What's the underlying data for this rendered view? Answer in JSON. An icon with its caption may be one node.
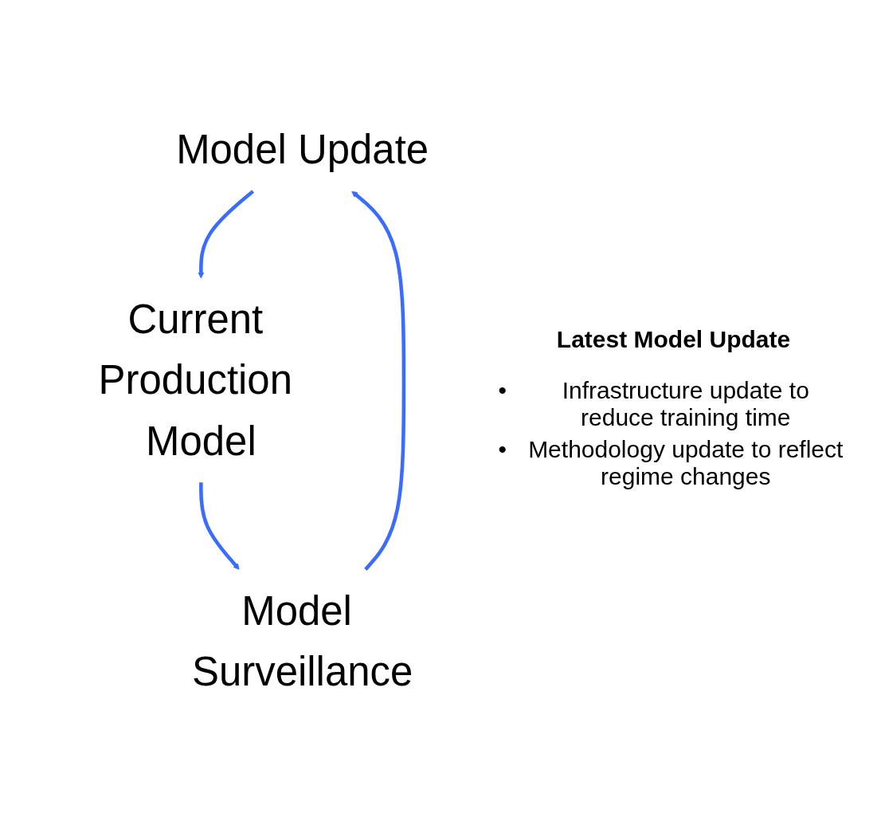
{
  "diagram": {
    "nodes": [
      {
        "text": [
          "Model Update"
        ]
      },
      {
        "text": [
          "Current Production Model"
        ]
      },
      {
        "text": [
          "Model Surveillance"
        ]
      }
    ],
    "edges": [
      {
        "from": 0,
        "to": 1,
        "arrow": "to"
      },
      {
        "from": 1,
        "to": 2,
        "arrow": "to"
      },
      {
        "from": 2,
        "to": 0,
        "arrow": "to"
      }
    ],
    "labels": [
      "Latest Model Update",
      "•",
      "Infrastructure update to reduce training time",
      "•",
      "Methodology update to reflect regime changes"
    ]
  }
}
